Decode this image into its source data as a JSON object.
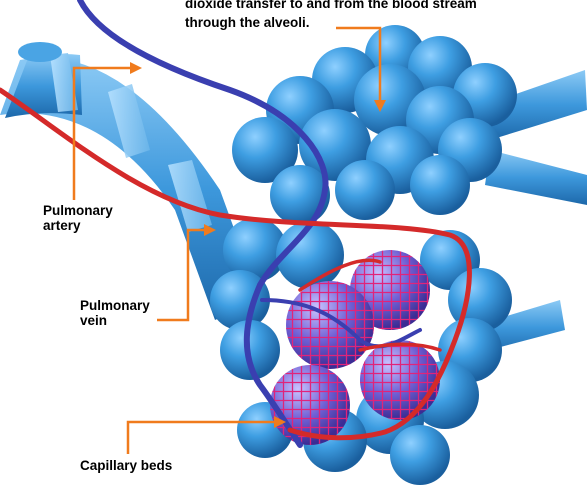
{
  "caption": {
    "line1": "dioxide transfer to and from the blood stream",
    "line2": "through the alveoli."
  },
  "labels": {
    "pulmonary_artery_line1": "Pulmonary",
    "pulmonary_artery_line2": "artery",
    "pulmonary_vein_line1": "Pulmonary",
    "pulmonary_vein_line2": "vein",
    "capillary_beds": "Capillary beds"
  },
  "colors": {
    "alveolus": "#2f8fd6",
    "bronchiole": "#3a97dc",
    "artery": "#3a3fb0",
    "vein": "#d42a2a",
    "leader_line": "#f07b1d"
  }
}
